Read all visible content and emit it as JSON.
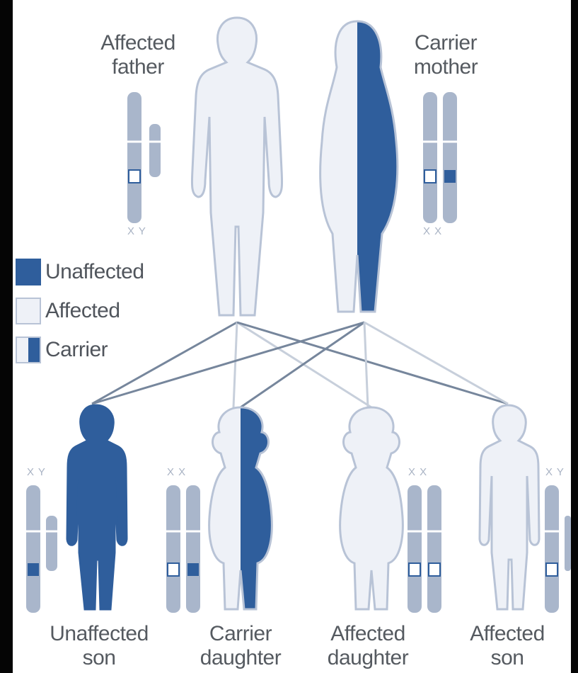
{
  "colors": {
    "dark_blue": "#2f5e9c",
    "light_fill": "#eef1f7",
    "outline": "#b8c3d6",
    "chromosome": "#a9b6cb",
    "line": "#76869c",
    "text": "#555a60"
  },
  "parents": {
    "father": {
      "line1": "Affected",
      "line2": "father",
      "chromosomes": "X Y"
    },
    "mother": {
      "line1": "Carrier",
      "line2": "mother",
      "chromosomes": "X X"
    }
  },
  "legend": [
    {
      "label": "Unaffected",
      "style": "dark"
    },
    {
      "label": "Affected",
      "style": "light"
    },
    {
      "label": "Carrier",
      "style": "half"
    }
  ],
  "children": [
    {
      "line1": "Unaffected",
      "line2": "son",
      "chromosomes": "X Y"
    },
    {
      "line1": "Carrier",
      "line2": "daughter",
      "chromosomes": "X X"
    },
    {
      "line1": "Affected",
      "line2": "daughter",
      "chromosomes": "X X"
    },
    {
      "line1": "Affected",
      "line2": "son",
      "chromosomes": "X Y"
    }
  ]
}
